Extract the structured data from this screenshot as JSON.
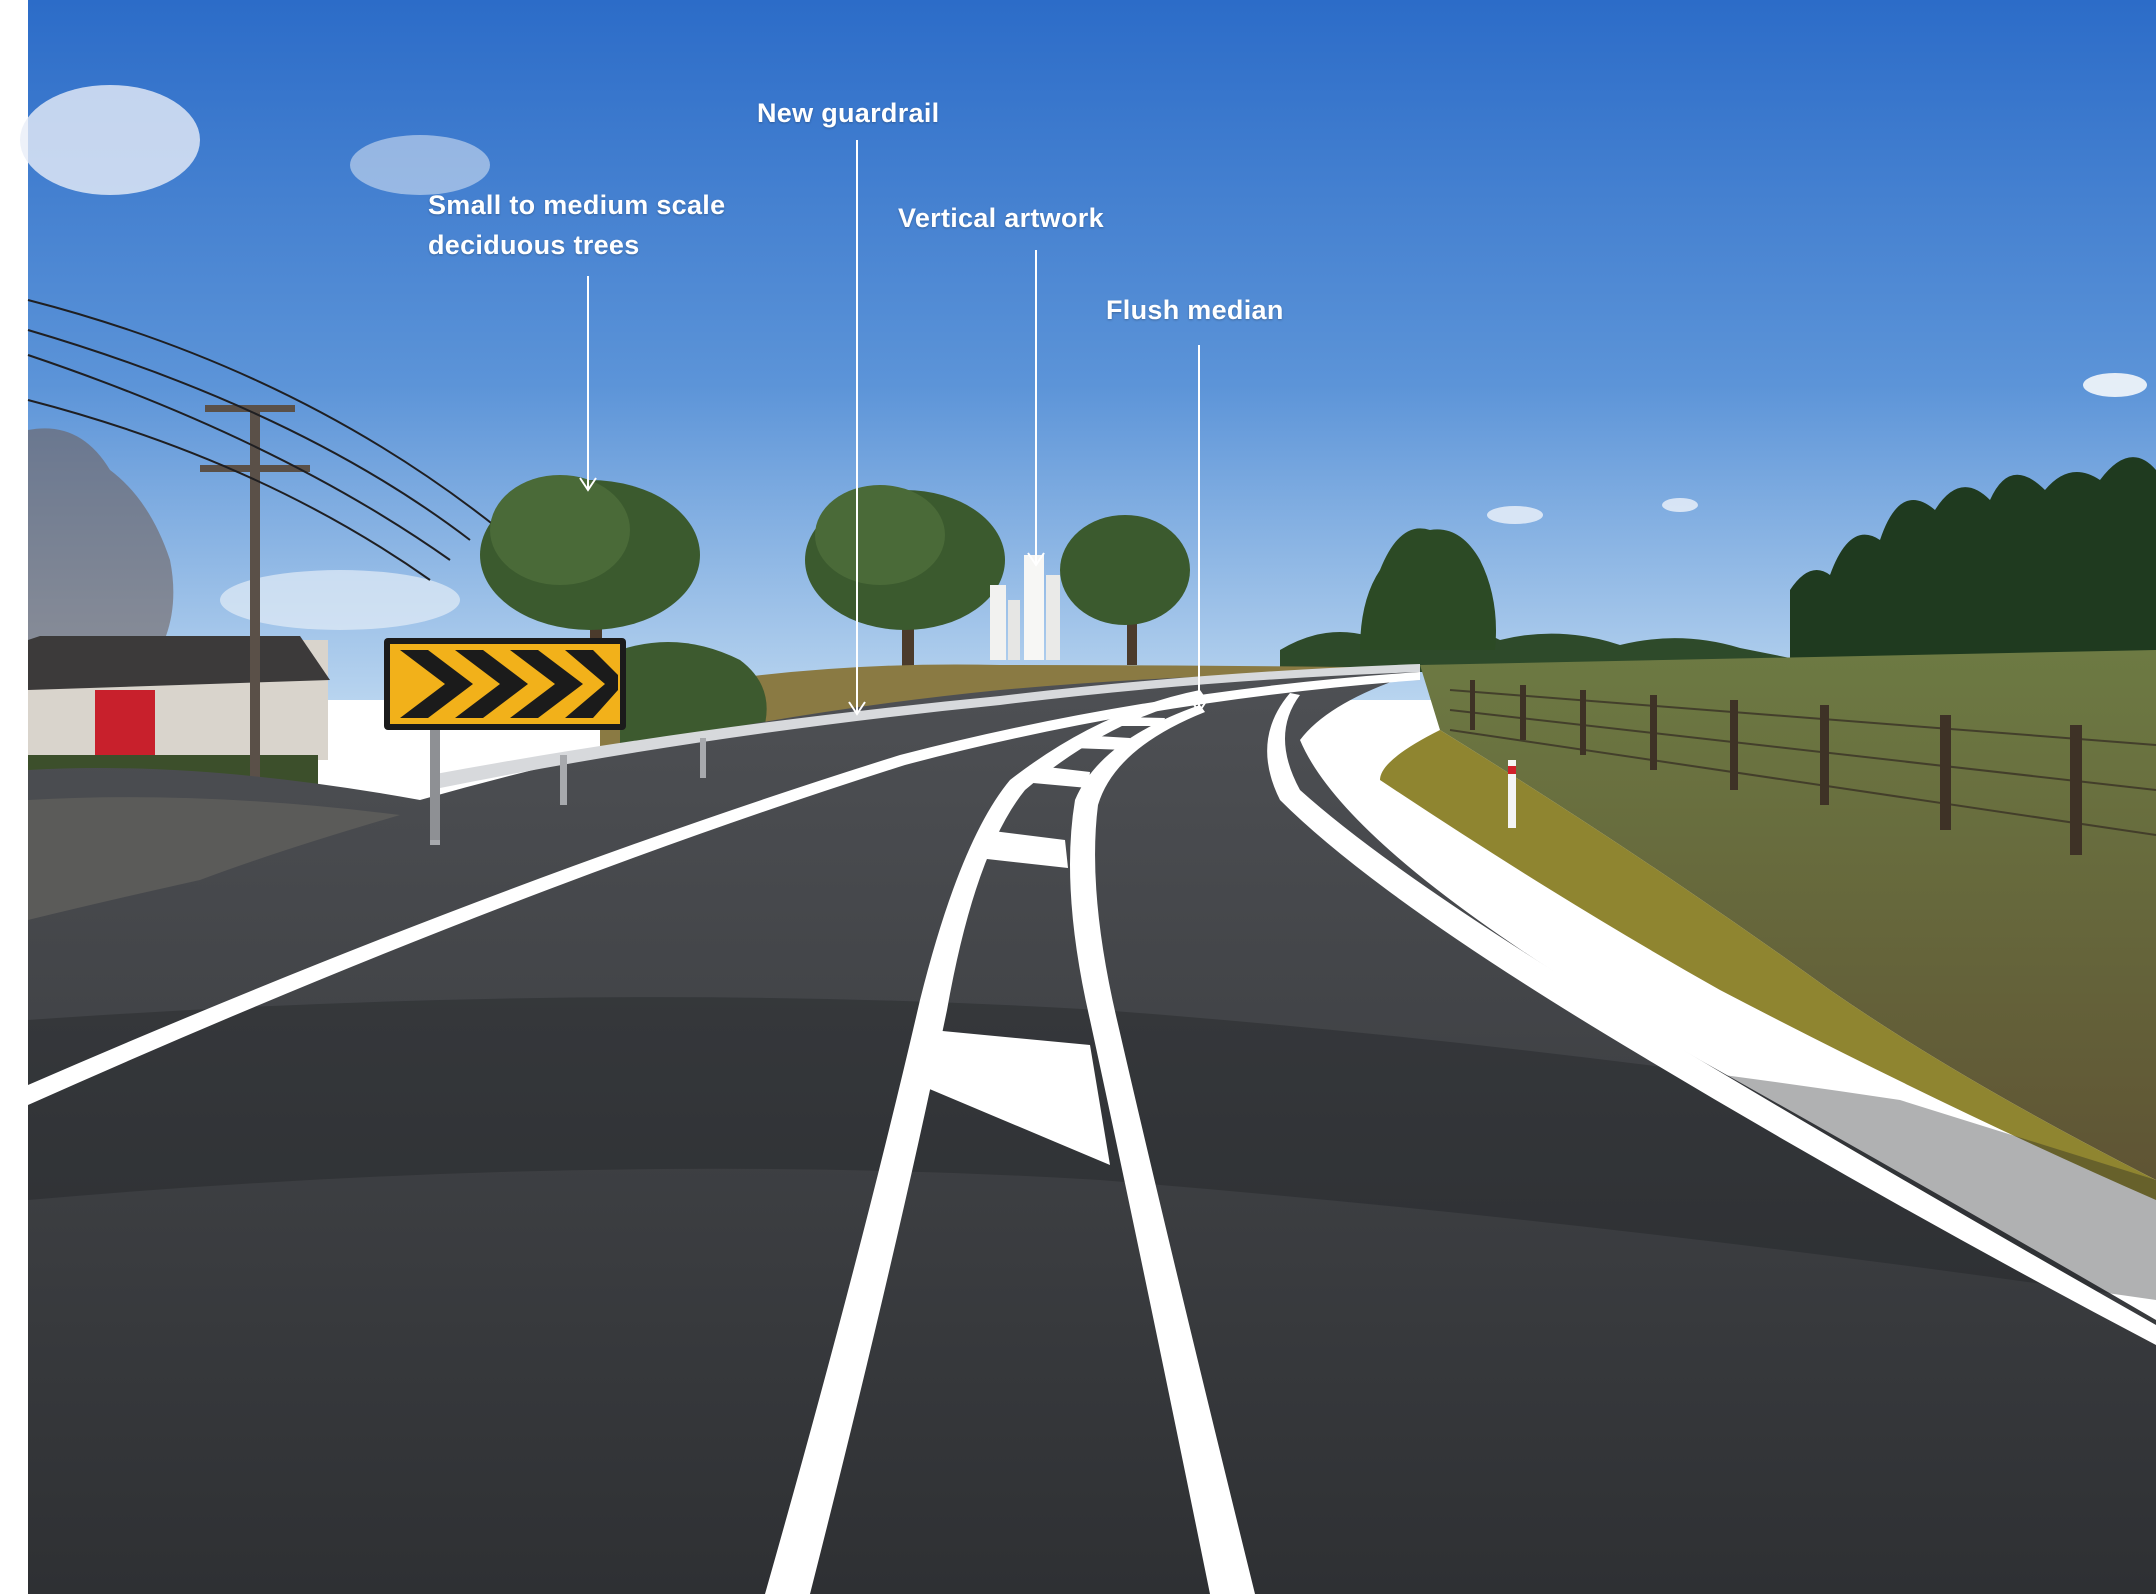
{
  "callouts": {
    "trees": {
      "line1": "Small to medium scale",
      "line2": "deciduous trees"
    },
    "guardrail": {
      "label": "New guardrail"
    },
    "artwork": {
      "label": "Vertical artwork"
    },
    "median": {
      "label": "Flush median"
    }
  },
  "colors": {
    "sky_top": "#2f6fc9",
    "sky_horizon": "#a9cdef",
    "asphalt": "#3b3d40",
    "road_marking": "#ffffff",
    "chevron_sign": "#f2b11a",
    "grass": "#6f6a3e",
    "trees": "#2f4a22"
  }
}
